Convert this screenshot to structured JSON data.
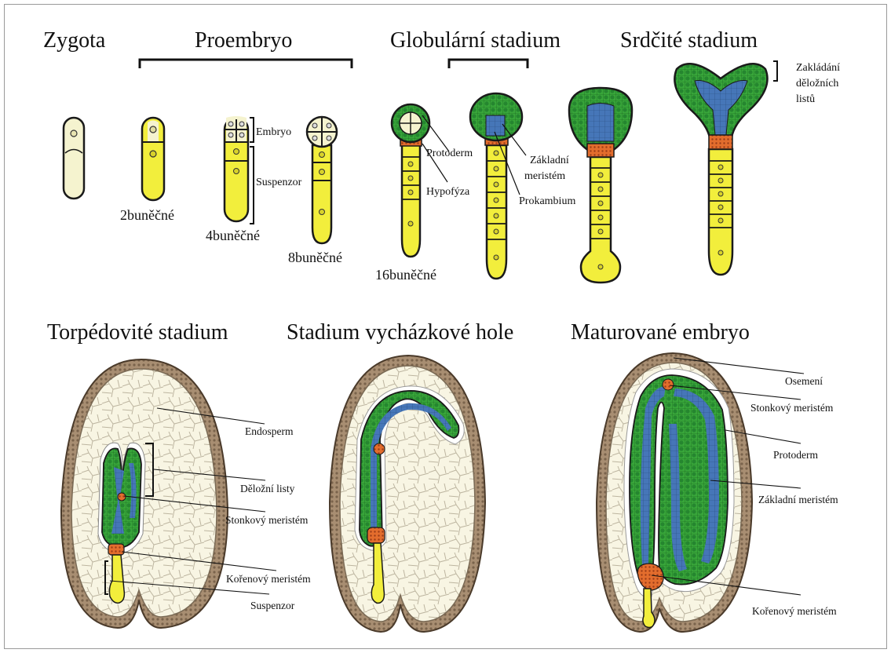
{
  "stages": {
    "zygota": "Zygota",
    "proembryo": "Proembryo",
    "globular": "Globulární stadium",
    "heart": "Srdčité stadium",
    "torpedo": "Torpédovité stadium",
    "walking_stick": "Stadium vycházkové hole",
    "mature": "Maturované embryo"
  },
  "cell_counts": {
    "two": "2buněčné",
    "four": "4buněčné",
    "eight": "8buněčné",
    "sixteen": "16buněčné"
  },
  "labels": {
    "embryo": "Embryo",
    "suspenzor": "Suspenzor",
    "protoderm": "Protoderm",
    "hypofyza": "Hypofýza",
    "zakladni_meristem_1": "Základní",
    "zakladni_meristem_2": "meristém",
    "prokambium": "Prokambium",
    "zakladani_1": "Zakládání",
    "zakladani_2": "děložních",
    "zakladani_3": "listů",
    "endosperm": "Endosperm",
    "delozni_listy": "Děložní listy",
    "stonkovy_meristem": "Stonkový meristém",
    "korenovy_meristem": "Kořenový meristém",
    "suspenzor_bottom": "Suspenzor",
    "osemeni": "Osemení",
    "stonkovy_meristem_2": "Stonkový meristém",
    "protoderm_2": "Protoderm",
    "zakladni_meristem_full": "Základní meristém",
    "korenovy_meristem_2": "Kořenový meristém"
  },
  "colors": {
    "yellow": "#f2ee3c",
    "cream": "#f7f4dc",
    "green": "#2f9a35",
    "blue": "#3e6fb0",
    "orange": "#e56a28",
    "seedcoat": "#a28a6e"
  }
}
